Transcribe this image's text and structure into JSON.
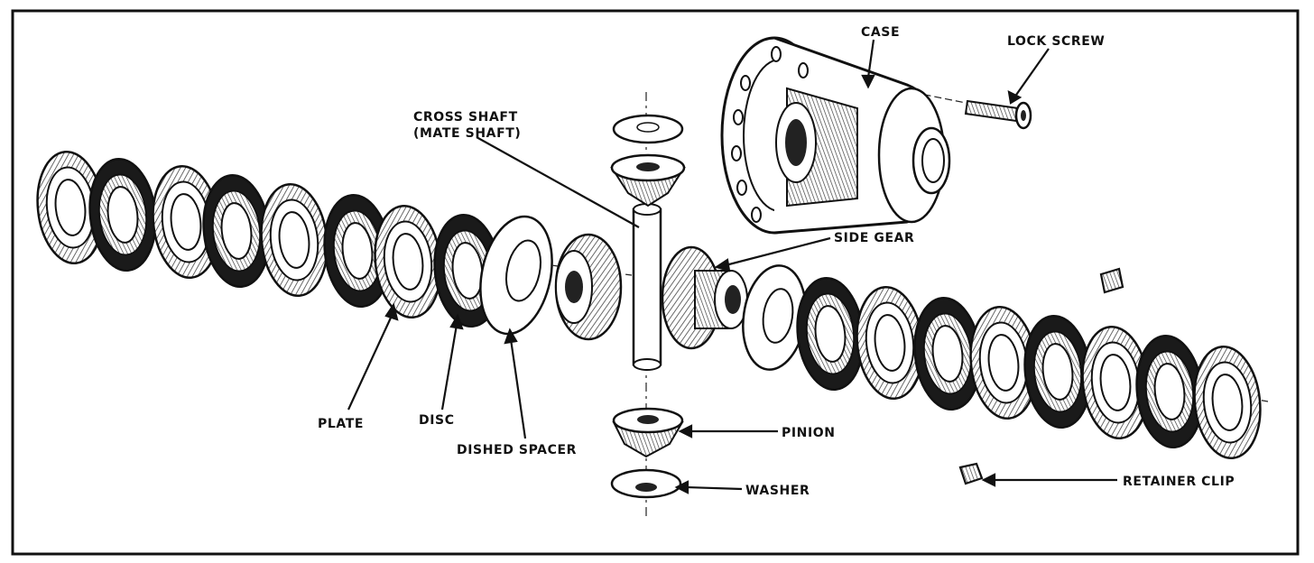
{
  "diagram": {
    "labels": {
      "case": "CASE",
      "lock_screw": "LOCK SCREW",
      "cross_shaft_1": "CROSS SHAFT",
      "cross_shaft_2": "(MATE SHAFT)",
      "side_gear": "SIDE GEAR",
      "plate": "PLATE",
      "disc": "DISC",
      "dished_spacer": "DISHED SPACER",
      "pinion": "PINION",
      "washer": "WASHER",
      "retainer_clip": "RETAINER CLIP"
    },
    "colors": {
      "ink": "#111111",
      "paper": "#ffffff",
      "hatch": "#555555"
    }
  }
}
